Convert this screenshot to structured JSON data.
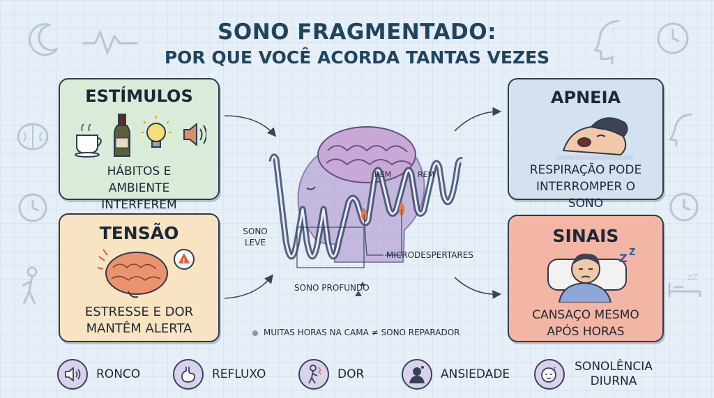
{
  "title": {
    "line1": "SONO FRAGMENTADO:",
    "line2": "POR QUE VOCÊ ACORDA TANTAS VEZES"
  },
  "cards": {
    "estimulos": {
      "heading": "ESTÍMULOS",
      "text": "HÁBITOS E AMBIENTE INTERFEREM"
    },
    "tensao": {
      "heading": "TENSÃO",
      "text": "ESTRESSE E DOR MANTÊM ALERTA"
    },
    "apneia": {
      "heading": "APNEIA",
      "text": "RESPIRAÇÃO PODE INTERROMPER O SONO"
    },
    "sinais": {
      "heading": "SINAIS",
      "text": "CANSAÇO MESMO APÓS HORAS"
    }
  },
  "diagram": {
    "rem1": "REM",
    "rem2": "REM",
    "sono_leve": "SONO LEVE",
    "microdespertares": "MICRODESPERTARES",
    "sono_profundo": "SONO PROFUNDO",
    "note": "MUITAS HORAS NA CAMA ≠ SONO REPARADOR"
  },
  "bottom": {
    "ronco": "RONCO",
    "refluxo": "REFLUXO",
    "dor": "DOR",
    "ansiedade": "ANSIEDADE",
    "sonolencia": "SONOLÊNCIA DIURNA"
  },
  "colors": {
    "estimulos_bg": "#d8ecd9",
    "tensao_bg": "#f8e3c2",
    "apneia_bg": "#d4e1f0",
    "sinais_bg": "#f4b6a4",
    "brain": "#b9a6d6",
    "wave": "#3d4a6b",
    "accent": "#e07a4c"
  }
}
